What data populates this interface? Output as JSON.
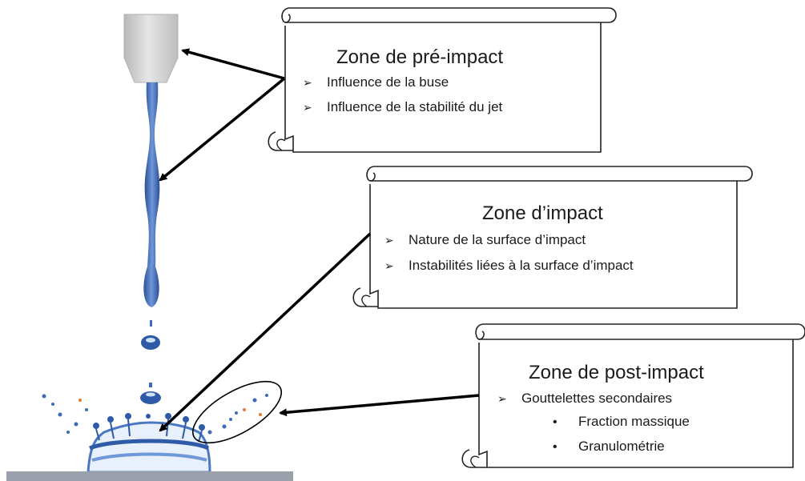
{
  "colors": {
    "nozzle": "#cfcfcf",
    "jet": "#3d6ab8",
    "jet_light": "#8fb0e0",
    "floor": "#9aa1ad",
    "arrow": "#000000",
    "droplet_orange": "#e07a2e"
  },
  "zones": [
    {
      "id": "pre-impact",
      "title": "Zone de pré-impact",
      "bullets": [
        "Influence de la buse",
        "Influence de la stabilité du jet"
      ]
    },
    {
      "id": "impact",
      "title": "Zone d’impact",
      "bullets": [
        "Nature de la surface d’impact",
        "Instabilités liées à la surface d’impact"
      ]
    },
    {
      "id": "post-impact",
      "title": "Zone de post-impact",
      "bullets": [
        "Gouttelettes secondaires"
      ],
      "sub_bullets": [
        "Fraction massique",
        "Granulométrie"
      ]
    }
  ],
  "bullet_marker": "➢",
  "sub_marker": "•"
}
